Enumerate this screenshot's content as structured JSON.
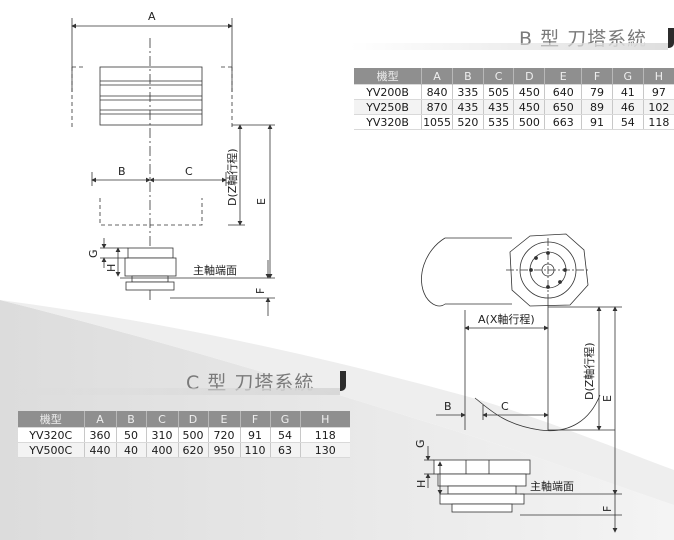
{
  "b_section": {
    "title": "B 型 刀塔系統",
    "columns": [
      "機型",
      "A",
      "B",
      "C",
      "D",
      "E",
      "F",
      "G",
      "H"
    ],
    "rows": [
      [
        "YV200B",
        "840",
        "335",
        "505",
        "450",
        "640",
        "79",
        "41",
        "97"
      ],
      [
        "YV250B",
        "870",
        "435",
        "435",
        "450",
        "650",
        "89",
        "46",
        "102"
      ],
      [
        "YV320B",
        "1055",
        "520",
        "535",
        "500",
        "663",
        "91",
        "54",
        "118"
      ]
    ]
  },
  "c_section": {
    "title": "C 型 刀塔系統",
    "columns": [
      "機型",
      "A",
      "B",
      "C",
      "D",
      "E",
      "F",
      "G",
      "H"
    ],
    "rows": [
      [
        "YV320C",
        "360",
        "50",
        "310",
        "500",
        "720",
        "91",
        "54",
        "118"
      ],
      [
        "YV500C",
        "440",
        "40",
        "400",
        "620",
        "950",
        "110",
        "63",
        "130"
      ]
    ]
  },
  "diagram_left": {
    "label_a": "A",
    "label_b": "B",
    "label_c": "C",
    "label_d": "D(Z軸行程)",
    "label_e": "E",
    "label_f": "F",
    "label_g": "G",
    "label_h": "H",
    "label_spindle": "主軸端面"
  },
  "diagram_right": {
    "label_a": "A(X軸行程)",
    "label_b": "B",
    "label_c": "C",
    "label_d": "D(Z軸行程)",
    "label_e": "E",
    "label_f": "F",
    "label_g": "G",
    "label_h": "H",
    "label_spindle": "主軸端面"
  },
  "colors": {
    "header_gray": "#8f8f8f",
    "title_gray": "#7a7a7a",
    "line": "#333333"
  }
}
